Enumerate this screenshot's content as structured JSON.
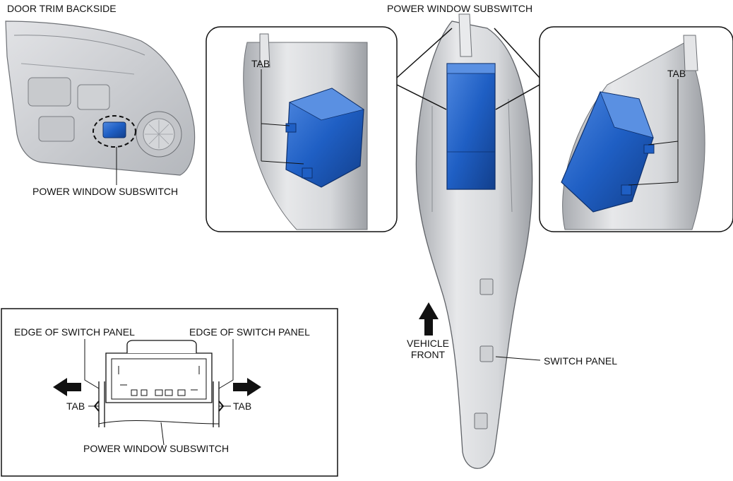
{
  "labels": {
    "door_trim_backside": "DOOR TRIM BACKSIDE",
    "power_window_subswitch_top": "POWER WINDOW SUBSWITCH",
    "power_window_subswitch_door": "POWER WINDOW SUBSWITCH",
    "tab_left_detail": "TAB",
    "tab_right_detail": "TAB",
    "edge_of_switch_panel_left": "EDGE OF SWITCH PANEL",
    "edge_of_switch_panel_right": "EDGE OF SWITCH PANEL",
    "tab_section_left": "TAB",
    "tab_section_right": "TAB",
    "power_window_subswitch_section": "POWER WINDOW SUBSWITCH",
    "vehicle_front_line1": "VEHICLE",
    "vehicle_front_line2": "FRONT",
    "switch_panel": "SWITCH PANEL"
  },
  "colors": {
    "switch_blue": "#1f5fc4",
    "switch_blue_dark": "#123f8c",
    "switch_blue_light": "#4f88e0",
    "panel_gray": "#dcdde0",
    "panel_gray_dark": "#a8abb0",
    "line": "#111111"
  }
}
